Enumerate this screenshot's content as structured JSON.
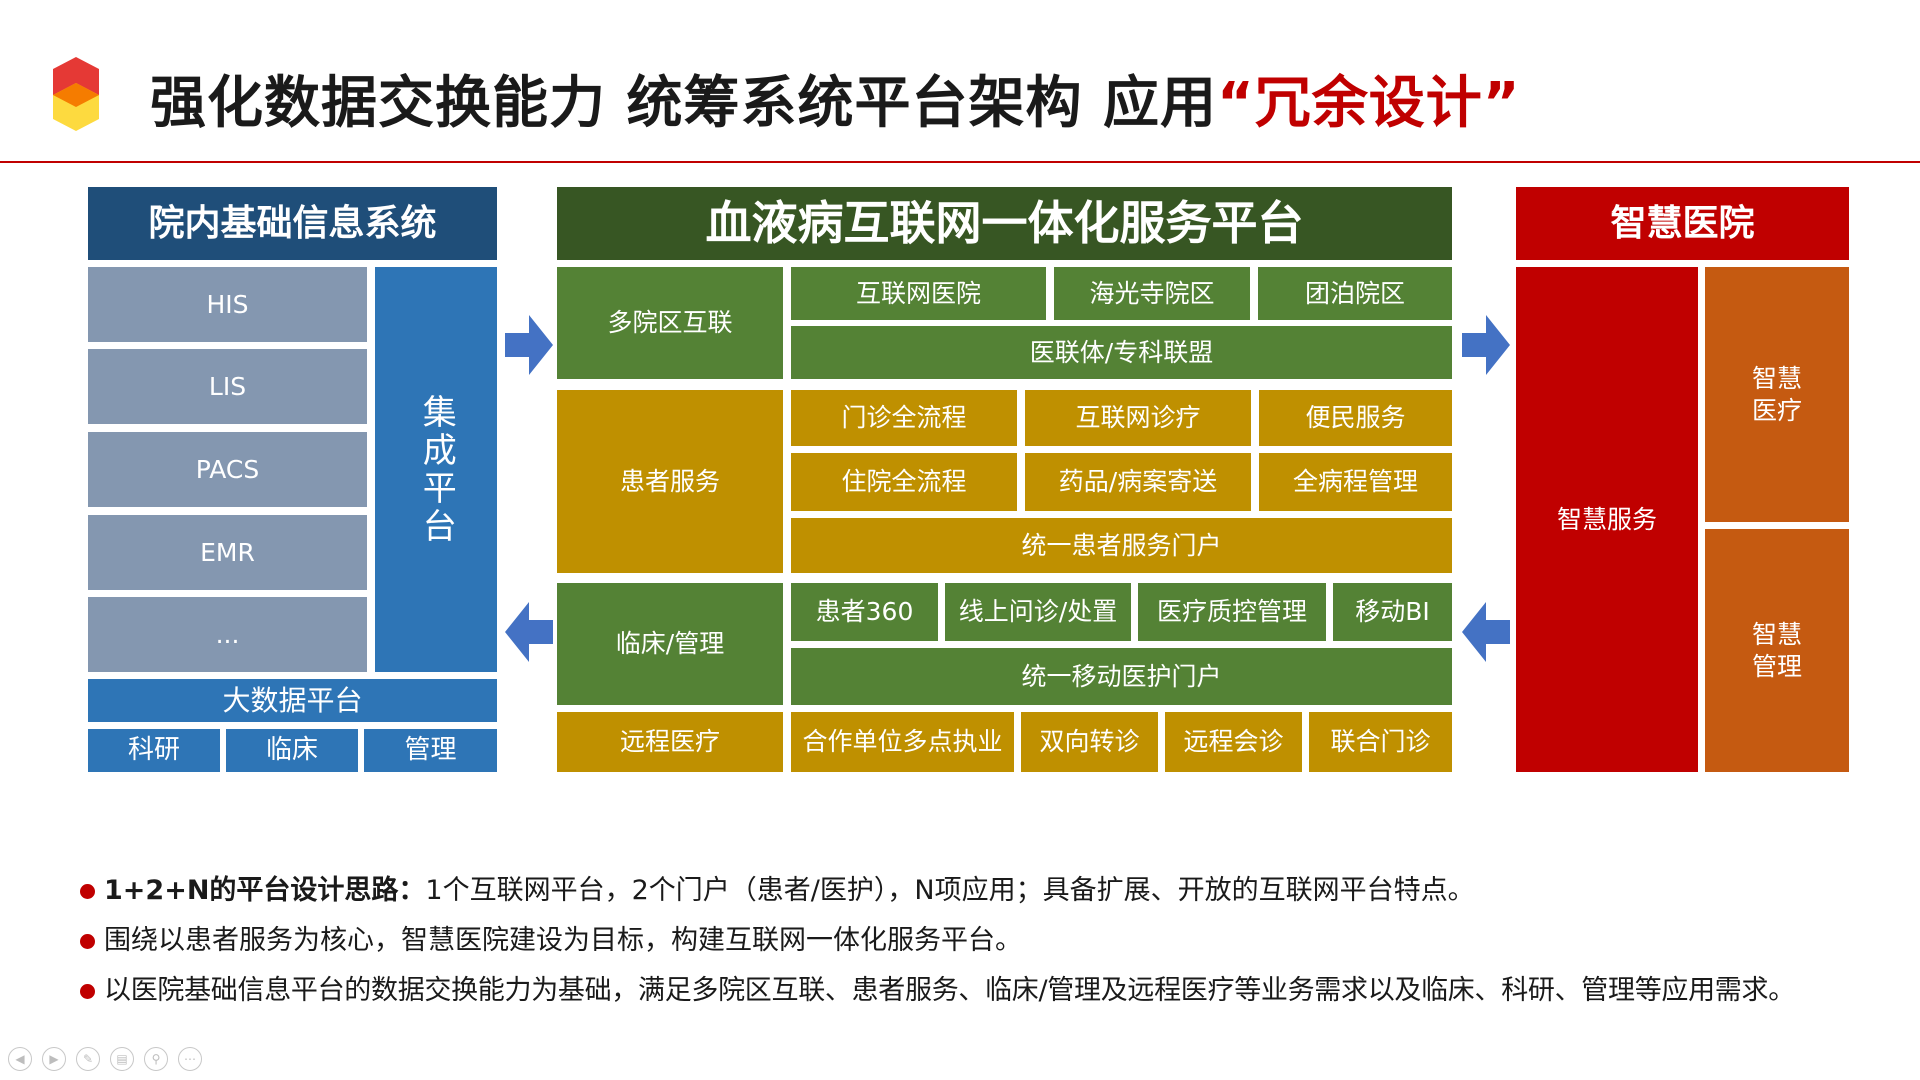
{
  "header": {
    "title_main": "强化数据交换能力  统筹系统平台架构   应用",
    "title_highlight": "“冗余设计”"
  },
  "colors": {
    "accent_red": "#c00000",
    "header_blue": "#1f4e79",
    "header_green": "#375623",
    "gray": "#8497b0",
    "blue": "#2e75b6",
    "green": "#548235",
    "gold": "#bf9000",
    "orange": "#c55a11",
    "arrow": "#4472c4"
  },
  "left": {
    "header": "院内基础信息系统",
    "systems": [
      "HIS",
      "LIS",
      "PACS",
      "EMR",
      "..."
    ],
    "integration": "集成平台",
    "bigdata": "大数据平台",
    "bottom": [
      "科研",
      "临床",
      "管理"
    ]
  },
  "center": {
    "header": "血液病互联网一体化服务平台",
    "multi_campus": {
      "label": "多院区互联",
      "items": [
        "互联网医院",
        "海光寺院区",
        "团泊院区"
      ],
      "wide": "医联体/专科联盟"
    },
    "patient": {
      "label": "患者服务",
      "row1": [
        "门诊全流程",
        "互联网诊疗",
        "便民服务"
      ],
      "row2": [
        "住院全流程",
        "药品/病案寄送",
        "全病程管理"
      ],
      "wide": "统一患者服务门户"
    },
    "clinical": {
      "label": "临床/管理",
      "items": [
        "患者360",
        "线上问诊/处置",
        "医疗质控管理",
        "移动BI"
      ],
      "wide": "统一移动医护门户"
    },
    "remote": {
      "label": "远程医疗",
      "items": [
        "合作单位多点执业",
        "双向转诊",
        "远程会诊",
        "联合门诊"
      ]
    }
  },
  "right": {
    "header": "智慧医院",
    "service": "智慧服务",
    "medical": "智慧医疗",
    "management": "智慧管理"
  },
  "bullets": [
    {
      "bold": "1+2+N的平台设计思路：",
      "text": "1个互联网平台，2个门户（患者/医护），N项应用；具备扩展、开放的互联网平台特点。"
    },
    {
      "bold": "",
      "text": "围绕以患者服务为核心，智慧医院建设为目标，构建互联网一体化服务平台。"
    },
    {
      "bold": "",
      "text": "以医院基础信息平台的数据交换能力为基础，满足多院区互联、患者服务、临床/管理及远程医疗等业务需求以及临床、科研、管理等应用需求。"
    }
  ],
  "nav_icons": [
    "prev-icon",
    "next-icon",
    "pen-icon",
    "copy-icon",
    "zoom-icon",
    "more-icon"
  ]
}
